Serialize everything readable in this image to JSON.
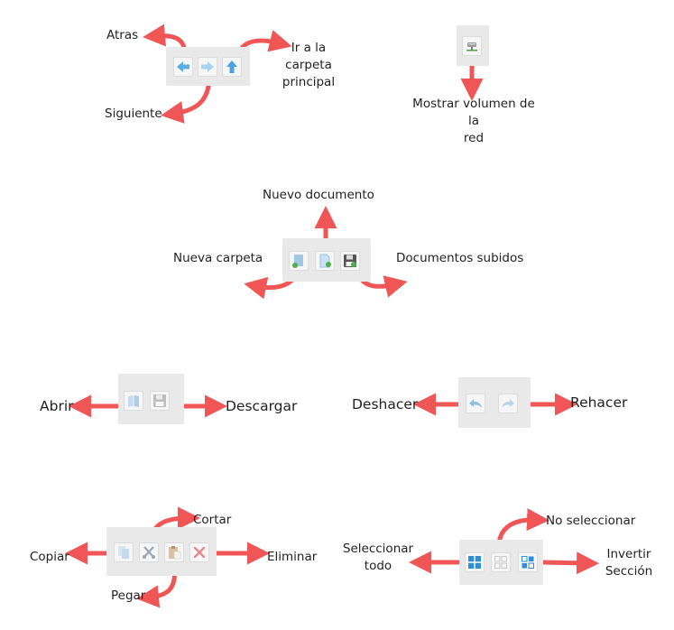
{
  "nav": {
    "back": "Atras",
    "forward": "Siguiente",
    "home": "Ir a la\ncarpeta\nprincipal"
  },
  "network": {
    "show_volume": "Mostrar volumen de la\nred"
  },
  "create": {
    "new_document": "Nuevo documento",
    "new_folder": "Nueva carpeta",
    "uploads": "Documentos subidos"
  },
  "file": {
    "open": "Abrir",
    "download": "Descargar"
  },
  "history": {
    "undo": "Deshacer",
    "redo": "Rehacer"
  },
  "edit": {
    "cut": "Cortar",
    "copy": "Copiar",
    "paste": "Pegar",
    "delete": "Eliminar"
  },
  "selection": {
    "select_none": "No seleccionar",
    "select_all": "Seleccionar\ntodo",
    "invert": "Invertir\nSección"
  },
  "colors": {
    "arrow": "#f05656",
    "toolbar": "#e9e9e9",
    "icon_blue": "#4aa3df"
  }
}
